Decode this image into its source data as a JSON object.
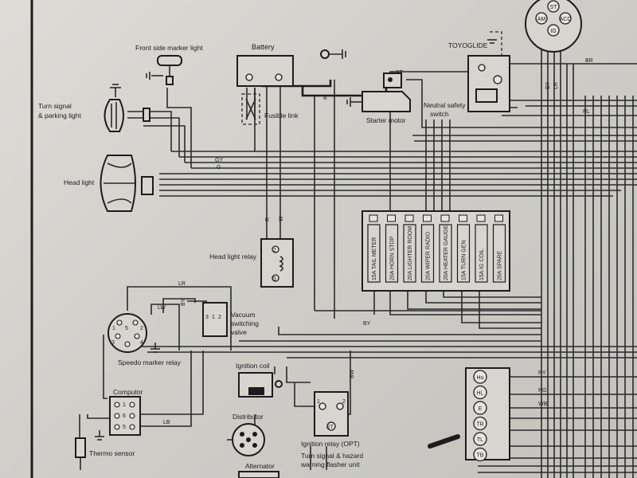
{
  "labels": {
    "front_side_marker_light": "Front side marker light",
    "battery": "Battery",
    "toyoglide": "TOYOGLIDE",
    "turn_signal_line1": "Turn signal",
    "turn_signal_line2": "& parking light",
    "fusible_link": "Fusible link",
    "starter_motor": "Starter motor",
    "neutral_safety_line1": "Neutral safety",
    "neutral_safety_line2": "switch",
    "head_light": "Head light",
    "head_light_relay": "Head light relay",
    "vacuum_line1": "Vacuum",
    "vacuum_line2": "switching",
    "vacuum_line3": "valve",
    "speedo_marker_relay": "Speedo marker relay",
    "ignition_coil": "Ignition coil",
    "computor": "Computor",
    "distributor": "Distributor",
    "ignition_relay": "Ignition relay (OPT)",
    "thermo_sensor": "Thermo sensor",
    "alternator": "Alternator",
    "flasher_line1": "Turn signal & hazard",
    "flasher_line2": "warning flasher unit"
  },
  "ignition_switch": {
    "st": "ST",
    "am": "AM",
    "acc": "ACC",
    "ig": "IG"
  },
  "wire_codes": {
    "br": "BR",
    "by_top": "BY",
    "lr_top": "LR",
    "rl": "RL",
    "b": "B",
    "st": "ST",
    "gy": "GY",
    "g": "G",
    "r": "R",
    "w": "W",
    "lr": "LR",
    "lw": "LW",
    "by_mid": "BY",
    "by_bus": "BY",
    "bw": "BW",
    "lb": "LB",
    "ry": "RY",
    "rg": "RG",
    "wb": "WB"
  },
  "fuses": [
    "15A TAIL METER",
    "20A HORN STOP",
    "20A LIGHTER ROOM",
    "20A WIPER RADIO",
    "20A HEATER GAUGE",
    "15A TURN GEN",
    "15A IG COIL",
    "20A SPARE"
  ],
  "pins": {
    "relay_top": "2",
    "relay_bottom": "5",
    "vacuum": [
      "3",
      "1",
      "2"
    ],
    "speedo": [
      "1",
      "5",
      "2",
      "3",
      "4"
    ],
    "computor": [
      "1",
      "6",
      "5"
    ],
    "ign_relay": [
      "1",
      "2",
      "ST"
    ],
    "combo_switch": [
      "Hu",
      "HL",
      "E",
      "TR",
      "TL",
      "TB"
    ]
  }
}
